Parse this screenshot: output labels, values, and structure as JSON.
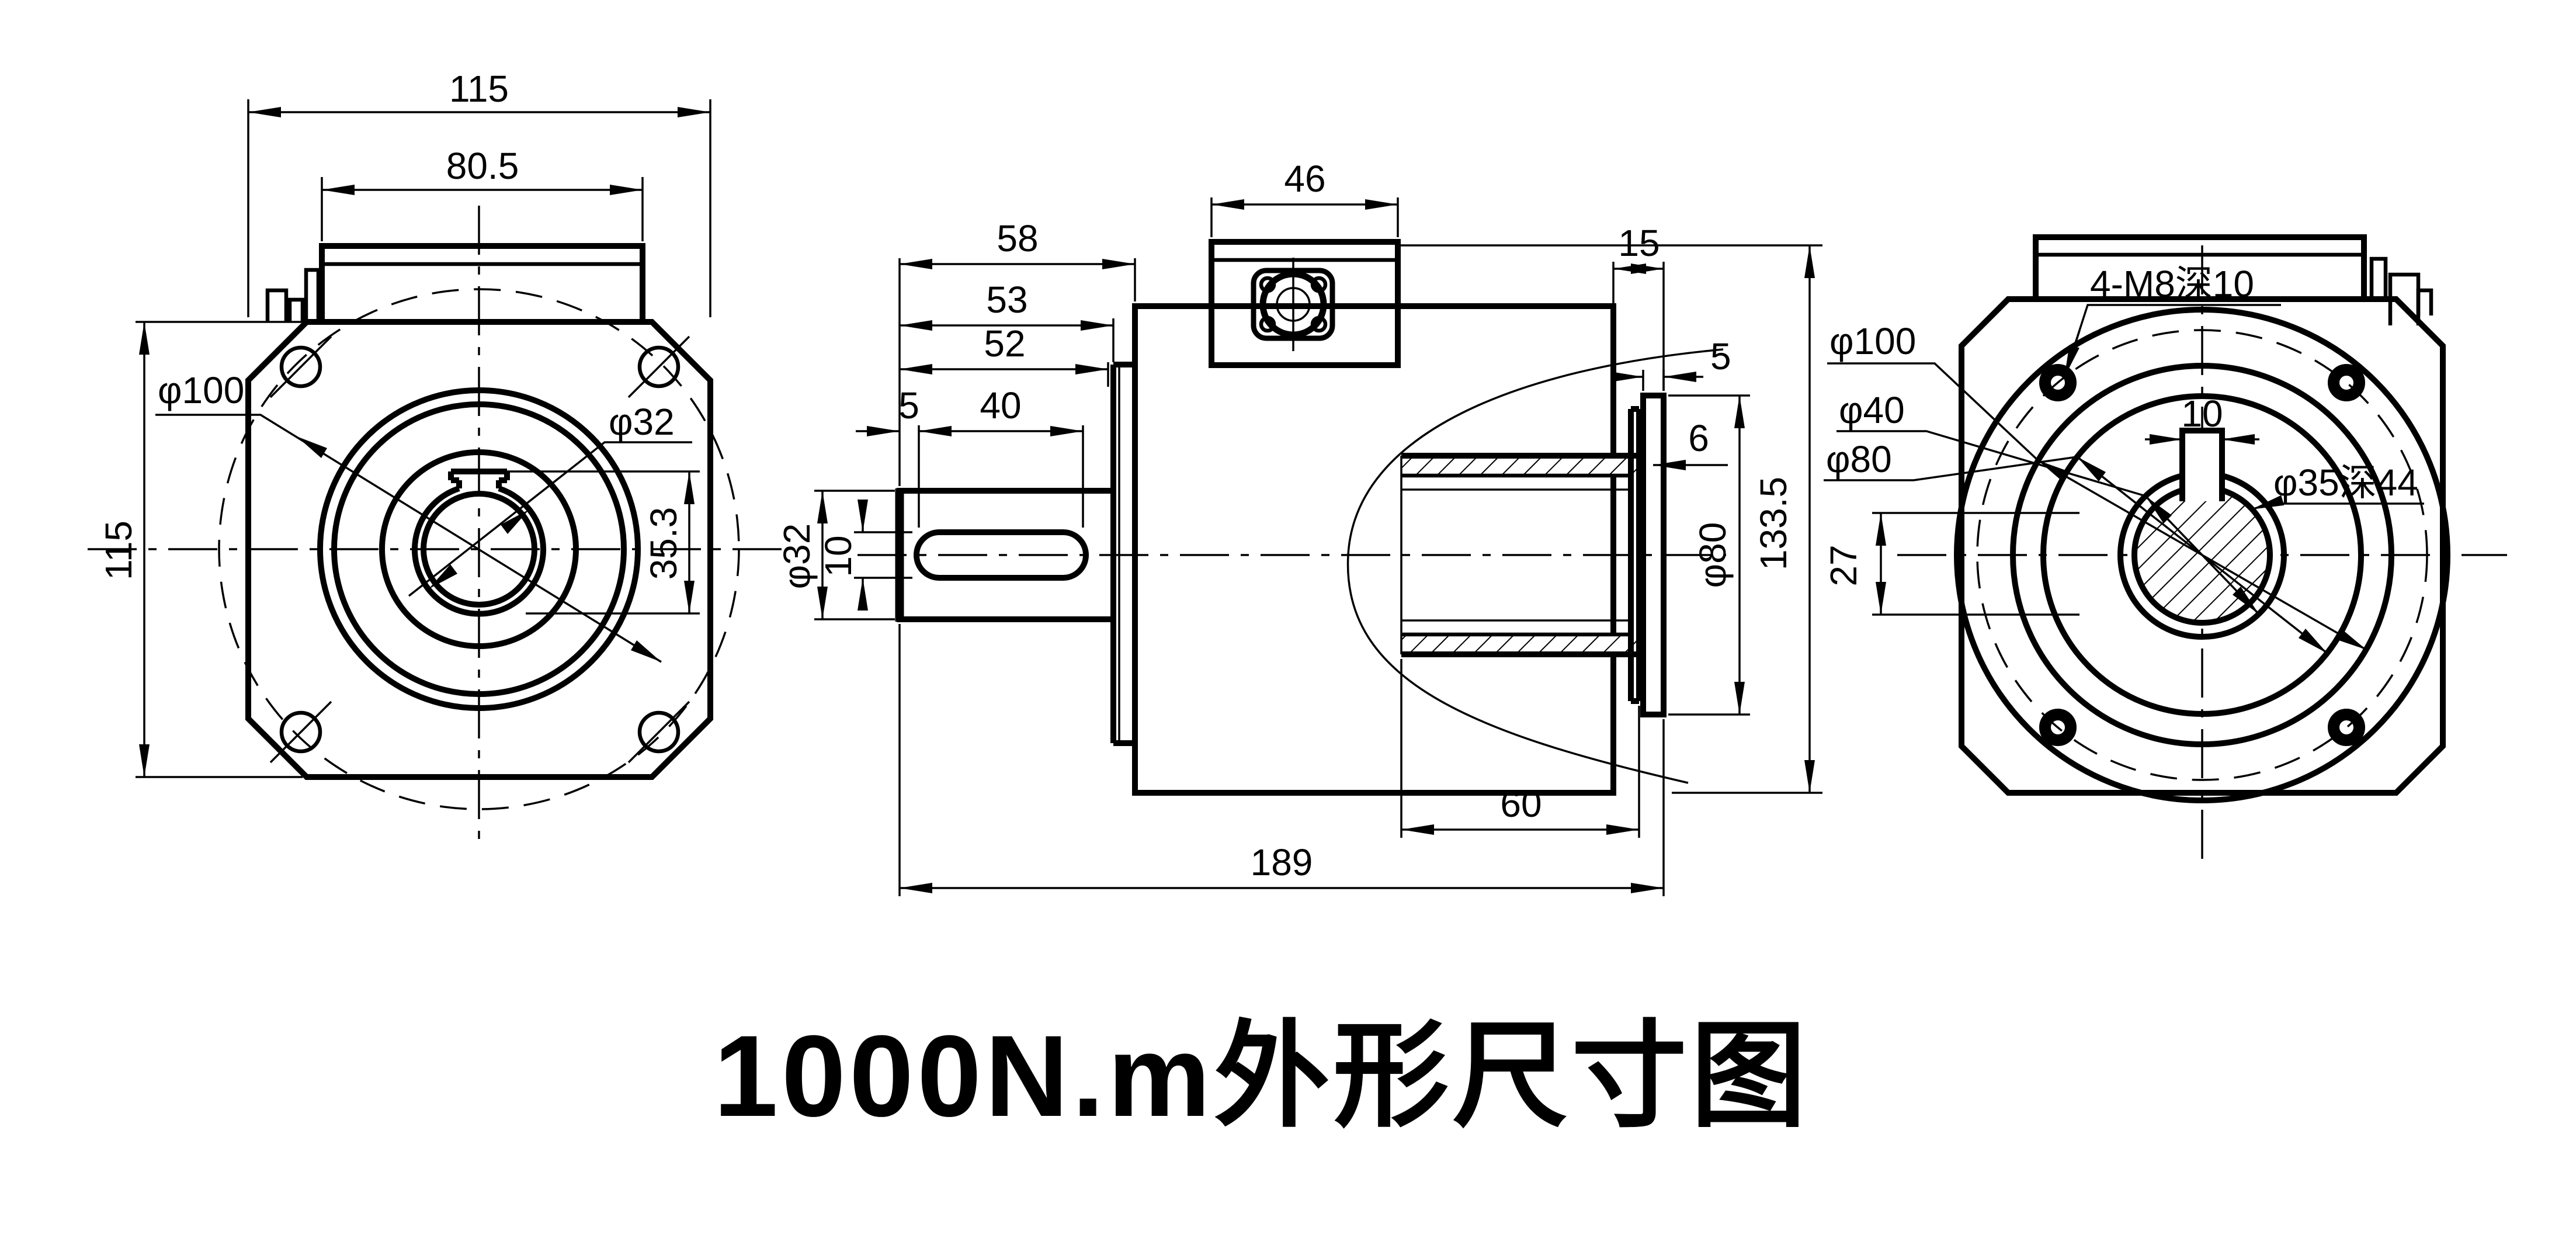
{
  "title": "1000N.m外形尺寸图",
  "colors": {
    "ink": "#000000",
    "paper": "#ffffff"
  },
  "front_view": {
    "width_overall": "115",
    "cap_width": "80.5",
    "height_overall": "115",
    "flange_circle": "φ100",
    "bore": "φ32",
    "keyway_height": "35.3"
  },
  "side_view": {
    "connector_width": "46",
    "input_length": "58",
    "ring_face": "53",
    "snap_face": "52",
    "key_offset": "5",
    "key_length": "40",
    "shaft_dia": "φ32",
    "key_width": "10",
    "rear_offset": "15",
    "plate_thickness": "5",
    "wall_thickness": "6",
    "plate_dia": "φ80",
    "overall_height": "133.5",
    "hub_length": "60",
    "overall_length": "189"
  },
  "rear_view": {
    "tapped_holes": "4-M8深10",
    "bolt_circle": "φ100",
    "inner_dia": "φ40",
    "flange_dia": "φ80",
    "key_width": "10",
    "bore_spec": "φ35深44",
    "key_span": "27"
  }
}
